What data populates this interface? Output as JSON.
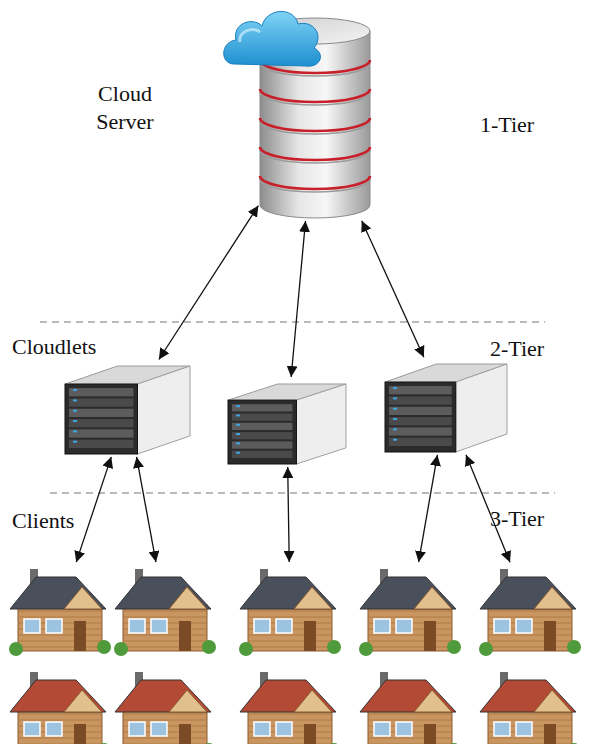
{
  "diagram": {
    "nodes": [
      {
        "text": [
          "Cloud Server"
        ]
      },
      {
        "text": []
      },
      {
        "text": []
      },
      {
        "text": []
      },
      {
        "text": []
      },
      {
        "text": []
      },
      {
        "text": []
      },
      {
        "text": []
      },
      {
        "text": []
      },
      {
        "text": []
      },
      {
        "text": []
      },
      {
        "text": []
      },
      {
        "text": []
      },
      {
        "text": []
      }
    ],
    "edges": [
      {
        "from": 0,
        "to": 1,
        "arrow": "both"
      },
      {
        "from": 0,
        "to": 2,
        "arrow": "both"
      },
      {
        "from": 0,
        "to": 3,
        "arrow": "both"
      },
      {
        "from": 1,
        "to": 4,
        "arrow": "both"
      },
      {
        "from": 1,
        "to": 5,
        "arrow": "both"
      },
      {
        "from": 2,
        "to": 6,
        "arrow": "both"
      },
      {
        "from": 3,
        "to": 7,
        "arrow": "both"
      },
      {
        "from": 3,
        "to": 8,
        "arrow": "both"
      }
    ],
    "labels": [
      "1-Tier",
      "Cloudlets",
      "2-Tier",
      "Clients",
      "3-Tier"
    ]
  }
}
